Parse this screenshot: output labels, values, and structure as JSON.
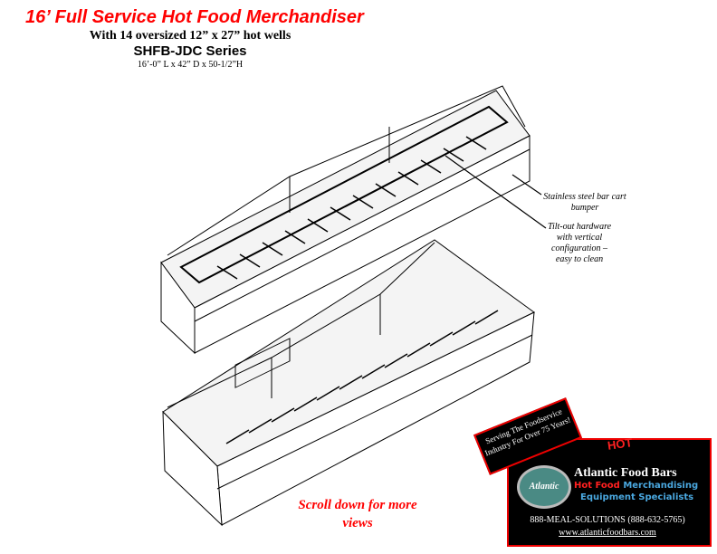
{
  "header": {
    "title": "16’ Full Service Hot Food Merchandiser",
    "subtitle": "With 14 oversized 12” x 27” hot wells",
    "series": "SHFB-JDC Series",
    "dimensions": "16’-0” L x 42” D x 50-1/2”H"
  },
  "annotations": {
    "bumper": "Stainless steel bar cart bumper",
    "tilt_out": "Tilt-out hardware with vertical configuration – easy to clean"
  },
  "scroll_note": "Scroll down for more views",
  "badge": {
    "banner": "Serving The Foodservice Industry For Over 75 Years!",
    "logo_text": "Atlantic",
    "hot": "HOT",
    "company": "Atlantic Food Bars",
    "tag_hot_food": "Hot Food",
    "tag_merch": "Merchandising",
    "tag_line2": "Equipment Specialists",
    "phone": "888-MEAL-SOLUTIONS (888-632-5765)",
    "url": "www.atlanticfoodbars.com",
    "colors": {
      "red": "#ff2020",
      "blue": "#4aa8e0",
      "teal": "#4a8a84"
    }
  }
}
